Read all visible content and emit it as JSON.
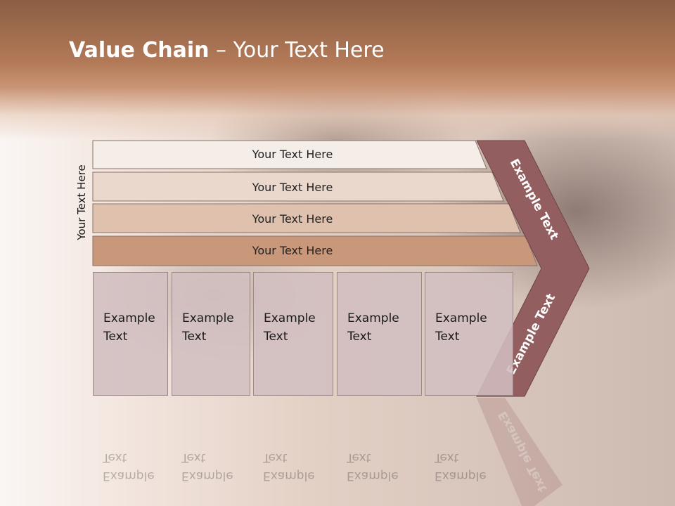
{
  "slide": {
    "title_bold": "Value Chain",
    "title_rest": " – Your Text Here",
    "vertical_label": "Your Text Here"
  },
  "bands": [
    {
      "label": "Your Text Here",
      "color": "#f4ede8"
    },
    {
      "label": "Your Text Here",
      "color": "#ead8cd"
    },
    {
      "label": "Your Text Here",
      "color": "#dfc1ae"
    },
    {
      "label": "Your Text Here",
      "color": "#c9977a"
    }
  ],
  "arrow": {
    "top_label": "Example Text",
    "bottom_label": "Example Text",
    "color": "#925e5f"
  },
  "boxes": [
    {
      "line1": "Example",
      "line2": "Text"
    },
    {
      "line1": "Example",
      "line2": "Text"
    },
    {
      "line1": "Example",
      "line2": "Text"
    },
    {
      "line1": "Example",
      "line2": "Text"
    },
    {
      "line1": "Example",
      "line2": "Text"
    }
  ]
}
